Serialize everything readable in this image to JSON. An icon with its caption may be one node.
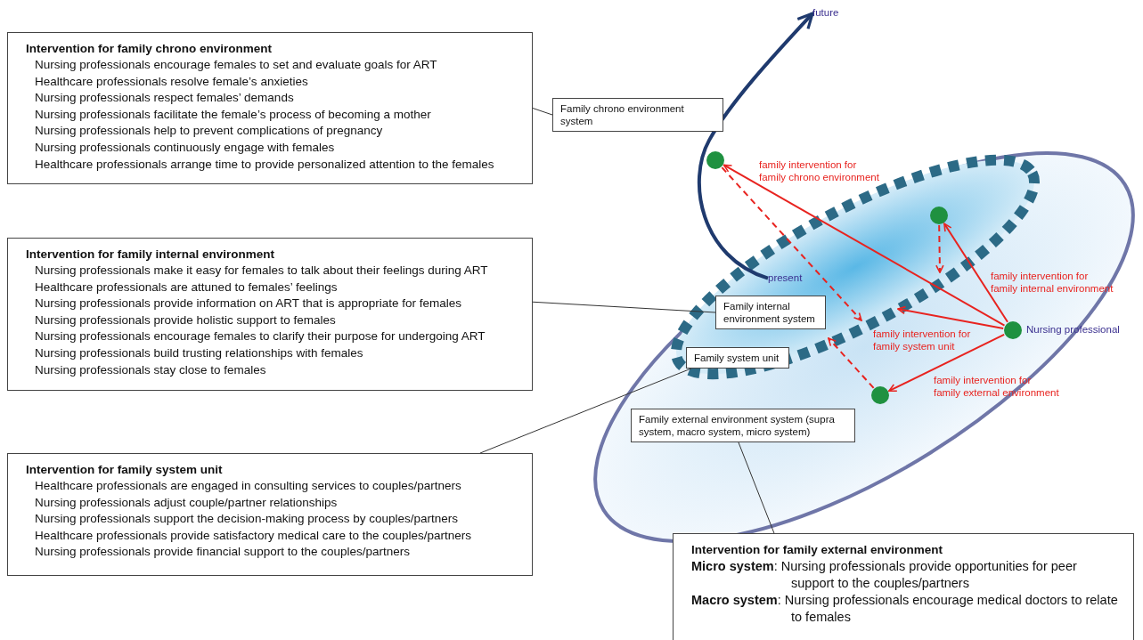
{
  "diagram": {
    "nodes": [
      {
        "text": [
          "Intervention for family chrono environment",
          "Nursing professionals encourage females to set and evaluate goals for ART",
          "Healthcare professionals resolve female’s anxieties",
          "Nursing professionals respect females’ demands",
          "Nursing professionals facilitate the female’s process of becoming a mother",
          "Nursing professionals help to prevent complications of pregnancy",
          "Nursing professionals continuously engage with females",
          "Healthcare professionals arrange time to provide personalized attention to the females"
        ]
      },
      {
        "text": [
          "Family chrono environment system"
        ]
      },
      {
        "text": [
          "Intervention for family internal environment",
          "Nursing professionals make it easy for females to talk about their feelings during ART",
          "Healthcare professionals are attuned to females’ feelings",
          "Nursing professionals provide information on ART that is appropriate for females",
          "Nursing professionals provide holistic support to females",
          "Nursing professionals encourage females to clarify their purpose for undergoing ART",
          "Nursing professionals build trusting relationships with females",
          "Nursing professionals stay close to females"
        ]
      },
      {
        "text": [],
        "shape": "ellipse"
      },
      {
        "text": [],
        "shape": "ellipse",
        "in": 3
      },
      {
        "text": [
          "Family internal environment system"
        ],
        "in": 4
      },
      {
        "text": [
          "Family system unit"
        ],
        "in": 4
      },
      {
        "text": [
          "Intervention for family system unit",
          "Healthcare professionals are engaged in consulting services to couples/partners",
          "Nursing professionals adjust couple/partner relationships",
          "Nursing professionals support the decision-making process by couples/partners",
          "Healthcare professionals provide satisfactory medical care to the couples/partners",
          "Nursing professionals provide financial support to the couples/partners"
        ]
      },
      {
        "text": [
          "Family external environment system (supra system, macro system, micro system)"
        ],
        "in": 3
      },
      {
        "text": [
          "Intervention for family external environment",
          "**Micro system**: Nursing professionals provide opportunities for peer support to the couples/partners",
          "**Macro system**: Nursing professionals encourage medical doctors to relate to females"
        ]
      },
      {
        "text": [
          "future"
        ]
      },
      {
        "text": [
          "present"
        ],
        "in": 4
      },
      {
        "text": [],
        "shape": "circle"
      },
      {
        "text": [],
        "shape": "circle",
        "in": 4
      },
      {
        "text": [],
        "shape": "circle",
        "in": 3
      },
      {
        "text": [],
        "shape": "circle",
        "in": 3,
        "beside": [
          "Nursing professional"
        ]
      }
    ],
    "edges": [
      {
        "from": 0,
        "to": 1,
        "arrow": "none",
        "color": "#333333"
      },
      {
        "from": 2,
        "to": 5,
        "arrow": "none",
        "color": "#333333"
      },
      {
        "from": 7,
        "to": 6,
        "arrow": "none",
        "color": "#333333"
      },
      {
        "from": 9,
        "to": 8,
        "arrow": "none",
        "color": "#333333"
      },
      {
        "from": 11,
        "to": 10,
        "arrow": "to",
        "color": "#1f3a6e",
        "style": "thick"
      },
      {
        "from": 15,
        "to": 12,
        "arrow": "to",
        "label": "family intervention for family chrono environment"
      },
      {
        "from": 15,
        "to": 13,
        "arrow": "to",
        "label": "family intervention for family internal environment"
      },
      {
        "from": 15,
        "to": 4,
        "arrow": "to",
        "label": "family intervention for family system unit"
      },
      {
        "from": 15,
        "to": 14,
        "arrow": "to",
        "label": "family intervention for family external environment"
      },
      {
        "from": 12,
        "to": 4,
        "arrow": "to",
        "style": "dashed"
      },
      {
        "from": 13,
        "to": 4,
        "arrow": "to",
        "style": "dashed"
      },
      {
        "from": 14,
        "to": 4,
        "arrow": "to",
        "style": "dashed"
      }
    ]
  }
}
